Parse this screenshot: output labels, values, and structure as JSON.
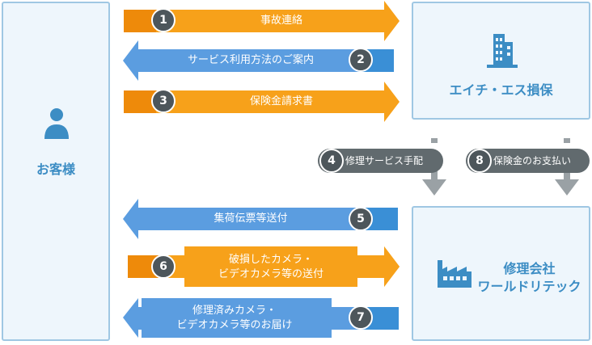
{
  "customer": {
    "label": "お客様"
  },
  "insurer": {
    "label": "エイチ・エス損保"
  },
  "repair": {
    "label_line1": "修理会社",
    "label_line2": "ワールドリテック"
  },
  "steps": [
    {
      "num": "1",
      "label": "事故連絡"
    },
    {
      "num": "2",
      "label": "サービス利用方法のご案内"
    },
    {
      "num": "3",
      "label": "保険金請求書"
    },
    {
      "num": "4",
      "label": "修理サービス手配"
    },
    {
      "num": "5",
      "label": "集荷伝票等送付"
    },
    {
      "num": "6",
      "label_line1": "破損したカメラ・",
      "label_line2": "ビデオカメラ等の送付"
    },
    {
      "num": "7",
      "label_line1": "修理済みカメラ・",
      "label_line2": "ビデオカメラ等のお届け"
    },
    {
      "num": "8",
      "label": "保険金のお支払い"
    }
  ],
  "colors": {
    "orange": "#f7a11a",
    "orange_dark": "#ee8a0a",
    "blue": "#5b9de0",
    "blue_dark": "#3a8fd6",
    "box_border": "#9fc7e3",
    "box_fill": "#eef6fc",
    "badge": "#4d565b"
  },
  "icons": {
    "customer": "person-icon",
    "insurer": "building-icon",
    "repair": "factory-icon"
  }
}
